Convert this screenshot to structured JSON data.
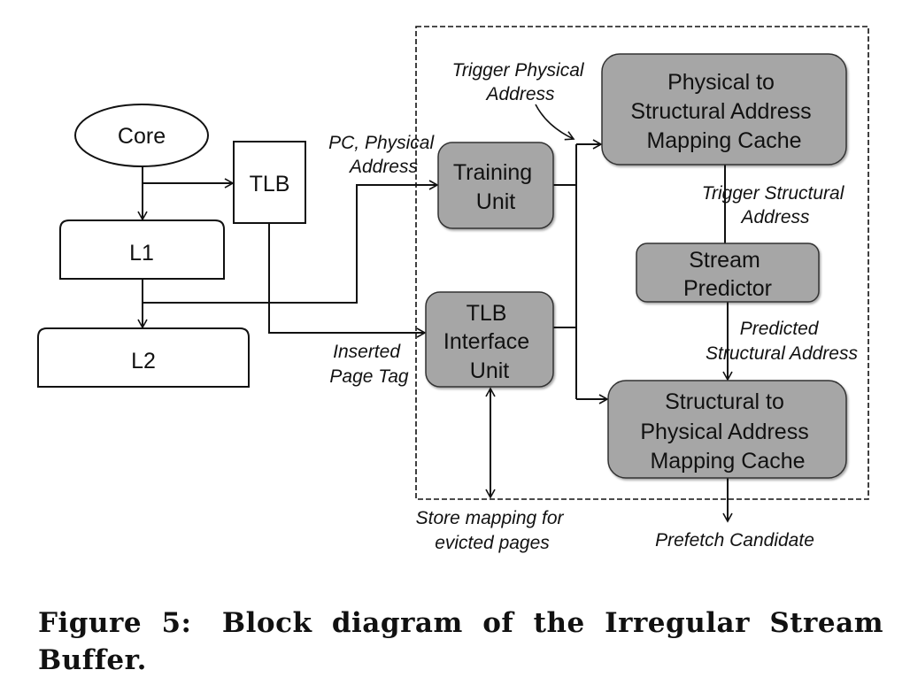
{
  "diagram": {
    "colors": {
      "unit_fill": "#a6a6a6",
      "unit_stroke": "#333333",
      "line": "#111111",
      "background": "#ffffff"
    },
    "nodes": {
      "core": {
        "label": "Core",
        "shape": "ellipse"
      },
      "tlb": {
        "label": "TLB",
        "shape": "rect"
      },
      "l1": {
        "label": "L1",
        "shape": "rounded-top-rect"
      },
      "l2": {
        "label": "L2",
        "shape": "rounded-top-rect"
      },
      "training_unit": {
        "lines": [
          "Training",
          "Unit"
        ],
        "shape": "rounded-rect-gray"
      },
      "tlb_interface_unit": {
        "lines": [
          "TLB",
          "Interface",
          "Unit"
        ],
        "shape": "rounded-rect-gray"
      },
      "ps_cache": {
        "lines": [
          "Physical to",
          "Structural Address",
          "Mapping Cache"
        ],
        "shape": "rounded-rect-gray"
      },
      "stream_predictor": {
        "lines": [
          "Stream",
          "Predictor"
        ],
        "shape": "rounded-rect-gray"
      },
      "sp_cache": {
        "lines": [
          "Structural to",
          "Physical Address",
          "Mapping Cache"
        ],
        "shape": "rounded-rect-gray"
      }
    },
    "edge_labels": {
      "pc_physical_address": [
        "PC, Physical",
        "Address"
      ],
      "trigger_physical_address": [
        "Trigger Physical",
        "Address"
      ],
      "trigger_structural_address": [
        "Trigger Structural",
        "Address"
      ],
      "predicted_structural_address": [
        "Predicted",
        "Structural Address"
      ],
      "inserted_page_tag": [
        "Inserted",
        "Page Tag"
      ],
      "store_mapping": [
        "Store mapping for",
        "evicted pages"
      ],
      "prefetch_candidate": [
        "Prefetch Candidate"
      ]
    },
    "edges": [
      {
        "from": "core",
        "to": "l1"
      },
      {
        "from": "core",
        "to": "tlb"
      },
      {
        "from": "l1",
        "to": "l2"
      },
      {
        "from": "l1",
        "to": "training_unit",
        "label": "pc_physical_address"
      },
      {
        "from": "tlb",
        "to": "tlb_interface_unit",
        "label": "inserted_page_tag"
      },
      {
        "from": "training_unit",
        "to": "ps_cache",
        "label": "trigger_physical_address"
      },
      {
        "from": "training_unit",
        "to": "sp_cache"
      },
      {
        "from": "tlb_interface_unit",
        "to": "ps_cache"
      },
      {
        "from": "tlb_interface_unit",
        "to": "sp_cache"
      },
      {
        "from": "ps_cache",
        "to": "stream_predictor",
        "label": "trigger_structural_address"
      },
      {
        "from": "stream_predictor",
        "to": "sp_cache",
        "label": "predicted_structural_address"
      },
      {
        "from": "tlb_interface_unit",
        "to": "external",
        "bidirectional": true,
        "label": "store_mapping"
      },
      {
        "from": "sp_cache",
        "to": "external",
        "label": "prefetch_candidate"
      }
    ],
    "group": {
      "name": "Irregular Stream Buffer",
      "style": "dashed"
    }
  },
  "caption": {
    "number": "Figure 5:",
    "text": "Block diagram of the Irregular Stream Buffer."
  }
}
